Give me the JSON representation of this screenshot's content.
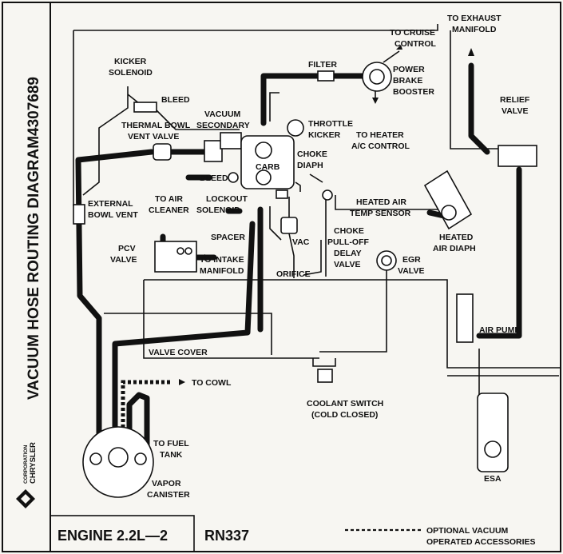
{
  "side_title": "VACUUM HOSE ROUTING DIAGRAM",
  "part_number": "4307689",
  "brand": "CHRYSLER",
  "brand_sub": "CORPORATION",
  "engine": "ENGINE 2.2L—2",
  "code": "RN337",
  "legend": {
    "line1": "OPTIONAL VACUUM",
    "line2": "OPERATED ACCESSORIES"
  },
  "labels": {
    "kicker_solenoid_1": "KICKER",
    "kicker_solenoid_2": "SOLENOID",
    "bleed_top": "BLEED",
    "thermal_bowl_1": "THERMAL BOWL",
    "thermal_bowl_2": "VENT VALVE",
    "vacuum_secondary_1": "VACUUM",
    "vacuum_secondary_2": "SECONDARY",
    "filter": "FILTER",
    "cruise_1": "TO CRUISE",
    "cruise_2": "CONTROL",
    "power_brake_1": "POWER",
    "power_brake_2": "BRAKE",
    "power_brake_3": "BOOSTER",
    "exhaust_1": "TO EXHAUST",
    "exhaust_2": "MANIFOLD",
    "relief_1": "RELIEF",
    "relief_2": "VALVE",
    "throttle_kicker_1": "THROTTLE",
    "throttle_kicker_2": "KICKER",
    "heater_1": "TO HEATER",
    "heater_2": "A/C CONTROL",
    "carb": "CARB",
    "choke_diaph_1": "CHOKE",
    "choke_diaph_2": "DIAPH",
    "bleed_low": "BLEED",
    "lockout_1": "LOCKOUT",
    "lockout_2": "SOLENOID",
    "air_cleaner_1": "TO AIR",
    "air_cleaner_2": "CLEANER",
    "external_vent_1": "EXTERNAL",
    "external_vent_2": "BOWL VENT",
    "heated_air_sensor_1": "HEATED AIR",
    "heated_air_sensor_2": "TEMP SENSOR",
    "heated_air_diaph_1": "HEATED",
    "heated_air_diaph_2": "AIR DIAPH",
    "spacer": "SPACER",
    "choke_pulloff_1": "CHOKE",
    "choke_pulloff_2": "PULL-OFF",
    "choke_pulloff_3": "DELAY",
    "choke_pulloff_4": "VALVE",
    "vac": "VAC",
    "pcv_1": "PCV",
    "pcv_2": "VALVE",
    "intake_1": "TO INTAKE",
    "intake_2": "MANIFOLD",
    "orifice": "ORIFICE",
    "egr_1": "EGR",
    "egr_2": "VALVE",
    "air_pump": "AIR PUMP",
    "valve_cover": "VALVE COVER",
    "to_cowl": "TO COWL",
    "coolant_1": "COOLANT SWITCH",
    "coolant_2": "(COLD CLOSED)",
    "fuel_tank_1": "TO FUEL",
    "fuel_tank_2": "TANK",
    "vapor_1": "VAPOR",
    "vapor_2": "CANISTER",
    "esa": "ESA"
  }
}
